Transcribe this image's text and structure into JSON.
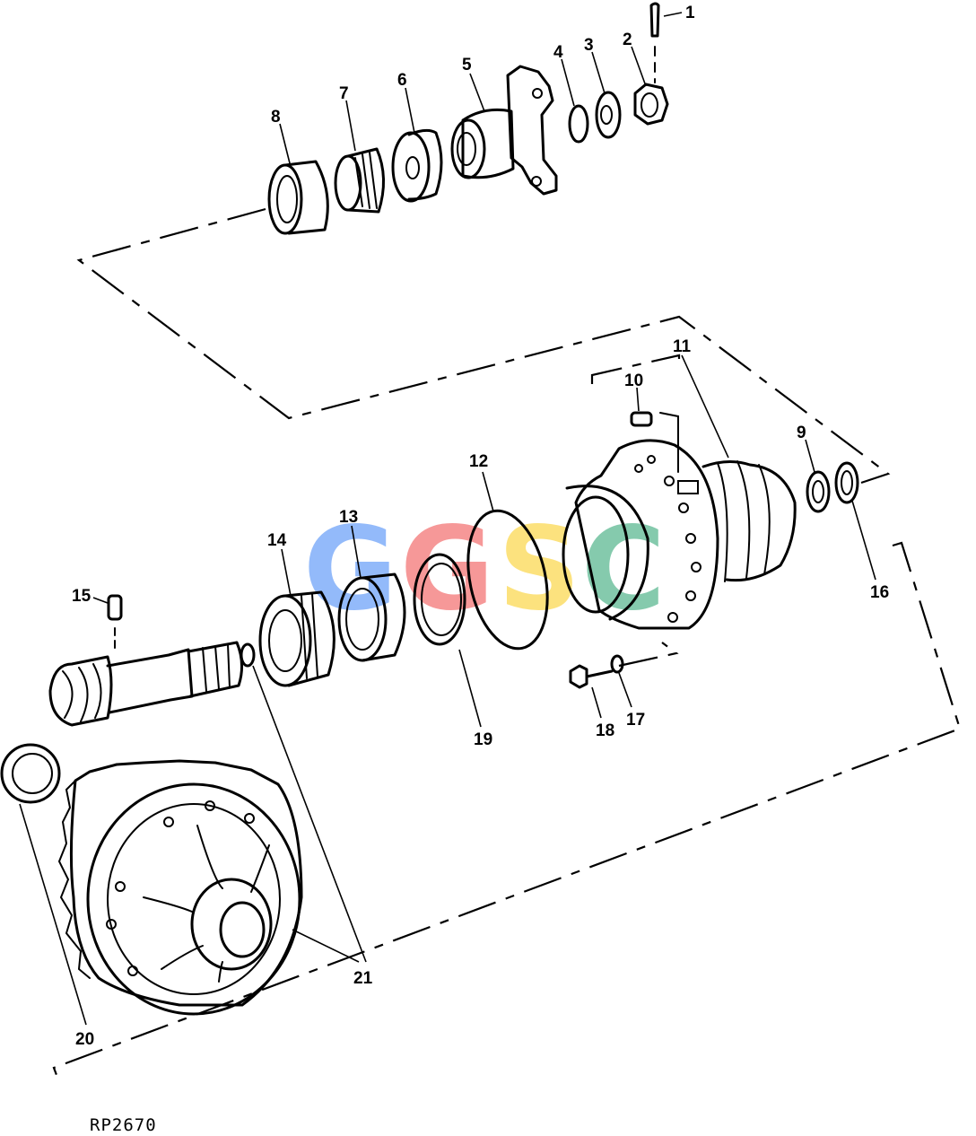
{
  "figure_ref": "RP2670",
  "watermark": {
    "letters": [
      "G",
      "G",
      "S",
      "C"
    ],
    "colors": [
      "#3b82f6",
      "#ef4444",
      "#facc15",
      "#22a06b"
    ]
  },
  "callouts": [
    "1",
    "2",
    "3",
    "4",
    "5",
    "6",
    "7",
    "8",
    "9",
    "10",
    "11",
    "12",
    "13",
    "14",
    "15",
    "16",
    "17",
    "18",
    "19",
    "20",
    "21"
  ]
}
